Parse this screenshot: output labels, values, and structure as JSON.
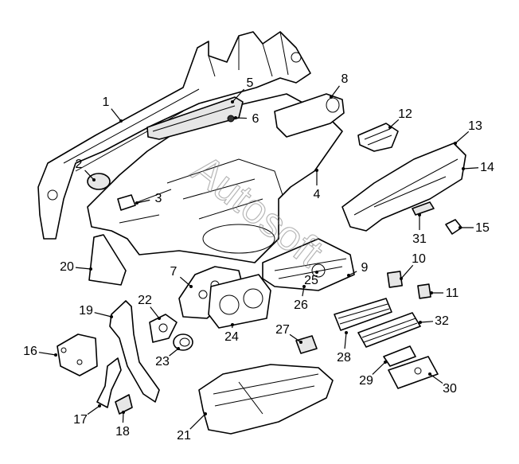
{
  "callouts": [
    {
      "n": "1",
      "text": "1"
    },
    {
      "n": "2",
      "text": "2"
    },
    {
      "n": "3",
      "text": "3"
    },
    {
      "n": "4",
      "text": "4"
    },
    {
      "n": "5",
      "text": "5"
    },
    {
      "n": "6",
      "text": "6"
    },
    {
      "n": "7",
      "text": "7"
    },
    {
      "n": "8",
      "text": "8"
    },
    {
      "n": "9",
      "text": "9"
    },
    {
      "n": "10",
      "text": "10"
    },
    {
      "n": "11",
      "text": "11"
    },
    {
      "n": "12",
      "text": "12"
    },
    {
      "n": "13",
      "text": "13"
    },
    {
      "n": "14",
      "text": "14"
    },
    {
      "n": "15",
      "text": "15"
    },
    {
      "n": "16",
      "text": "16"
    },
    {
      "n": "17",
      "text": "17"
    },
    {
      "n": "18",
      "text": "18"
    },
    {
      "n": "19",
      "text": "19"
    },
    {
      "n": "20",
      "text": "20"
    },
    {
      "n": "21",
      "text": "21"
    },
    {
      "n": "22",
      "text": "22"
    },
    {
      "n": "23",
      "text": "23"
    },
    {
      "n": "24",
      "text": "24"
    },
    {
      "n": "25",
      "text": "25"
    },
    {
      "n": "26",
      "text": "26"
    },
    {
      "n": "27",
      "text": "27"
    },
    {
      "n": "28",
      "text": "28"
    },
    {
      "n": "29",
      "text": "29"
    },
    {
      "n": "30",
      "text": "30"
    },
    {
      "n": "31",
      "text": "31"
    },
    {
      "n": "32",
      "text": "32"
    }
  ],
  "watermark": "Autosoft"
}
